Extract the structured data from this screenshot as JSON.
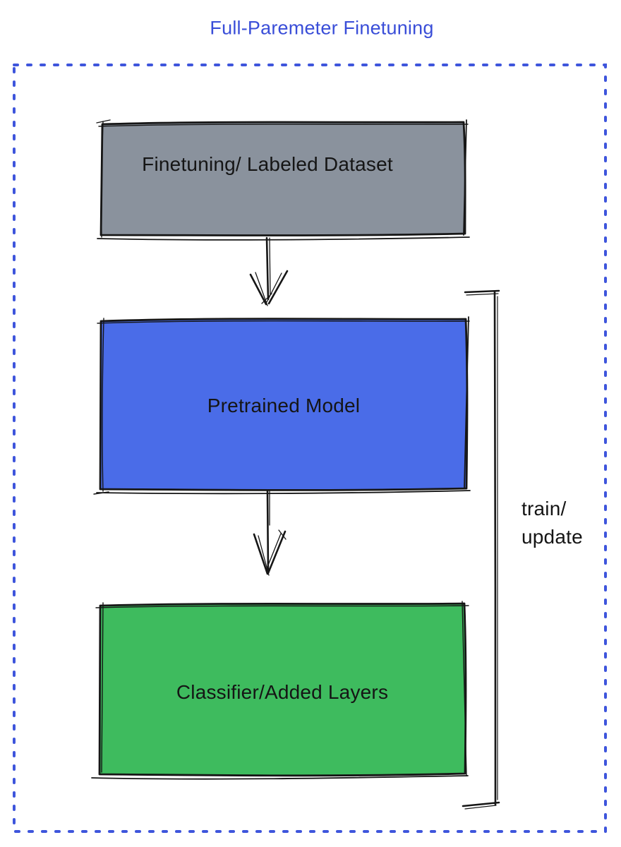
{
  "title": "Full-Paremeter Finetuning",
  "colors": {
    "title_text": "#3a4ed8",
    "boundary": "#3e55dc",
    "sketch_stroke": "#161616",
    "dataset_fill": "#8a929d",
    "pretrained_fill": "#4a6ce8",
    "classifier_fill": "#3ebb5e"
  },
  "diagram": {
    "nodes": [
      {
        "id": "dataset",
        "label": "Finetuning/ Labeled Dataset"
      },
      {
        "id": "pretrained",
        "label": "Pretrained Model"
      },
      {
        "id": "classifier",
        "label": "Classifier/Added Layers"
      }
    ],
    "edges": [
      {
        "from": "dataset",
        "to": "pretrained"
      },
      {
        "from": "pretrained",
        "to": "classifier"
      }
    ],
    "bracket": {
      "label_line1": "train/",
      "label_line2": "update",
      "spans": "pretrained + classifier"
    }
  }
}
